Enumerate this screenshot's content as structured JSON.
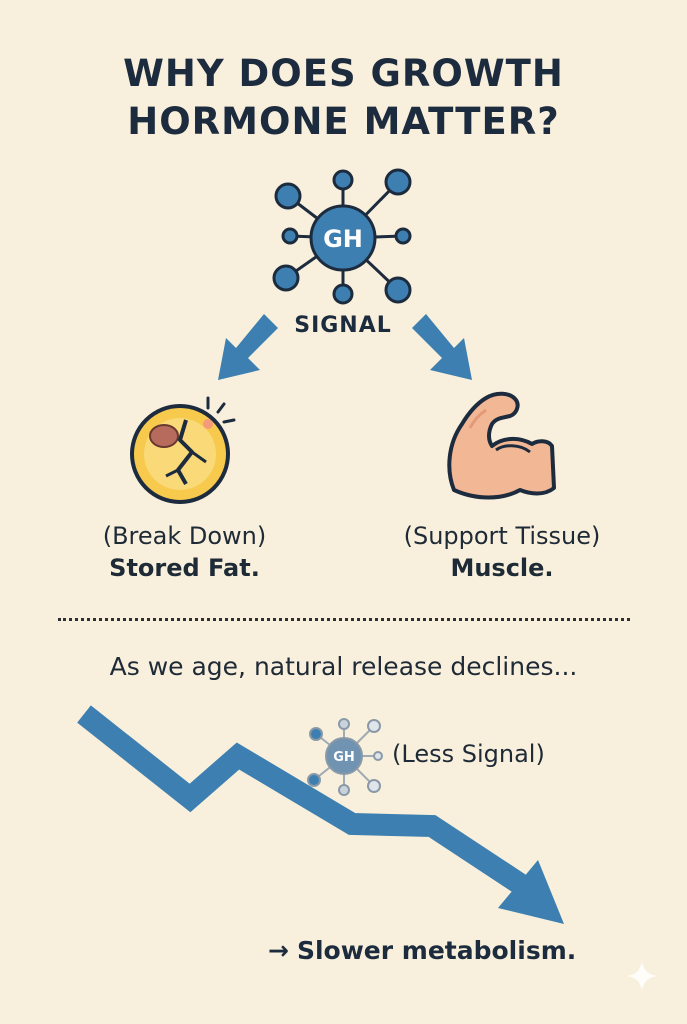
{
  "title": {
    "line1": "WHY DOES GROWTH",
    "line2": "HORMONE MATTER?"
  },
  "hormone": {
    "badge": "GH",
    "signal_label": "SIGNAL"
  },
  "effects": [
    {
      "sub": "(Break Down)",
      "main": "Stored Fat.",
      "icon": "fat-cell-icon"
    },
    {
      "sub": "(Support Tissue)",
      "main": "Muscle.",
      "icon": "flexed-muscle-icon"
    }
  ],
  "decline": {
    "text": "As we age, natural release declines...",
    "small_badge": "GH",
    "less_signal": "(Less Signal)",
    "arrow_symbol": "→",
    "conclusion": "Slower metabolism."
  },
  "colors": {
    "background": "#f8f0dc",
    "blue": "#3d7fb0",
    "dark_text": "#1c2b3d",
    "fat_yellow": "#f7c94d",
    "muscle_skin": "#f2b795"
  }
}
